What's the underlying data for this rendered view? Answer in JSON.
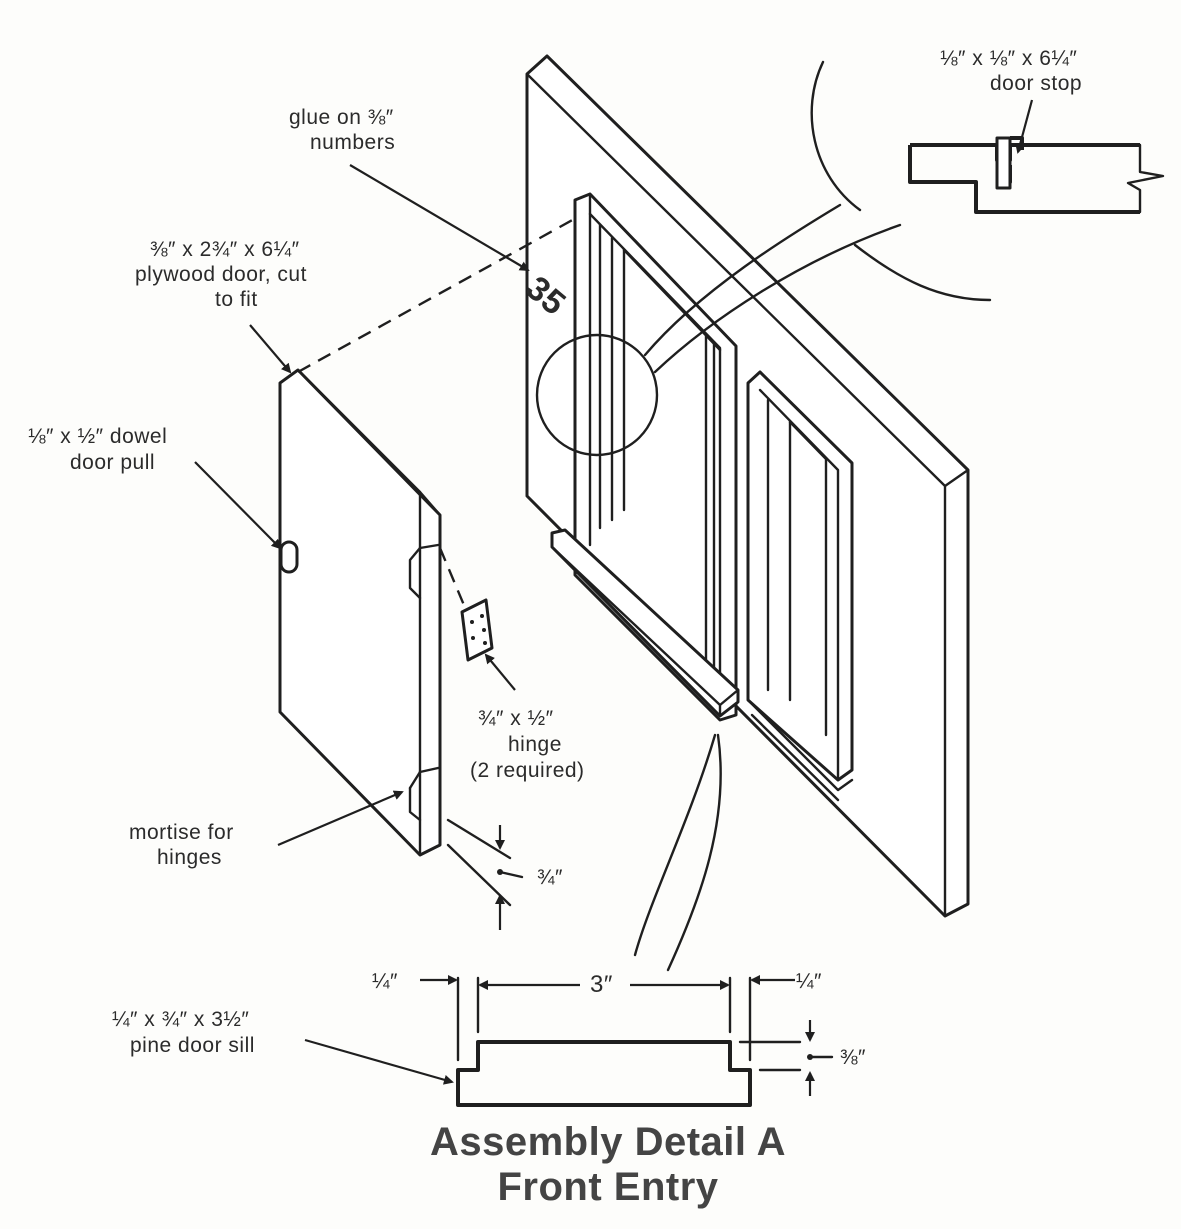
{
  "labels": {
    "door_stop_dims": "⅛″ x ⅛″ x 6¼″",
    "door_stop": "door stop",
    "glue_numbers_1": "glue on ⅜″",
    "glue_numbers_2": "numbers",
    "plywood_door_1": "⅜″ x 2¾″ x 6¼″",
    "plywood_door_2": "plywood door, cut",
    "plywood_door_3": "to fit",
    "dowel_pull_1": "⅛″ x ½″ dowel",
    "dowel_pull_2": "door pull",
    "hinge_1": "¾″ x ½″",
    "hinge_2": "hinge",
    "hinge_3": "(2 required)",
    "mortise_1": "mortise for",
    "mortise_2": "hinges",
    "mortise_dim": "¾″",
    "sill_1": "¼″ x ¾″ x 3½″",
    "sill_2": "pine door sill",
    "sill_left_quarter": "¼″",
    "sill_width": "3″",
    "sill_right_quarter": "¼″",
    "sill_height": "⅜″",
    "house_number": "35"
  },
  "title": {
    "line1": "Assembly Detail A",
    "line2": "Front Entry"
  }
}
